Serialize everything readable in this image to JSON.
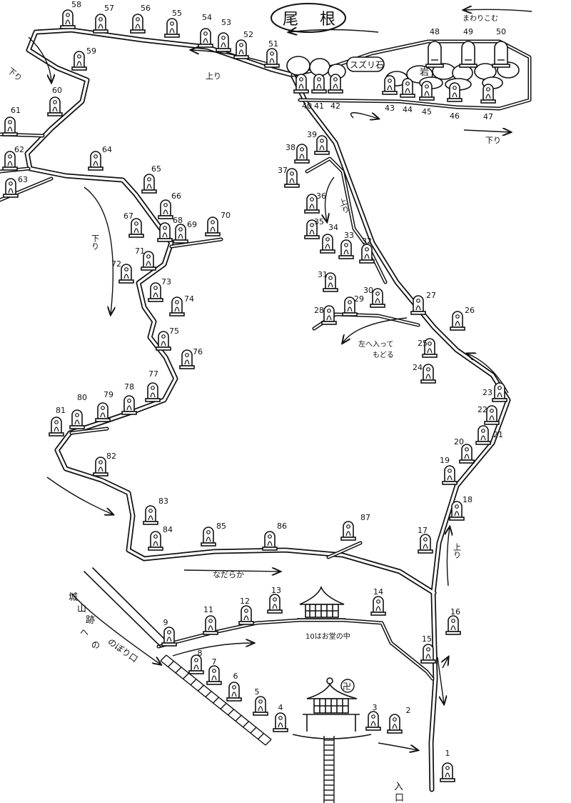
{
  "ridge": {
    "char1": "尾",
    "char2": "根"
  },
  "labels": {
    "go_around": "まわりこむ",
    "suzuri_stone": "スズリ石",
    "rock": "岩",
    "down_ridge": "下り",
    "down_left_top": "下り",
    "down_left_mid": "下り",
    "up_top": "上り",
    "up_mid": "上り",
    "up_right": "上り",
    "turn_left_1": "左へ入って",
    "turn_left_2": "もどる",
    "gentle": "なだらか",
    "in_hall": "10はお堂の中",
    "castle_1": "城",
    "castle_2": "山",
    "castle_3": "跡",
    "castle_4": "へ",
    "castle_5": "の",
    "castle_6": "のぼり口",
    "entrance_1": "入",
    "entrance_2": "口",
    "temple_mark": "卍"
  },
  "statues": [
    "1",
    "2",
    "3",
    "4",
    "5",
    "6",
    "7",
    "8",
    "9",
    "11",
    "12",
    "13",
    "14",
    "15",
    "16",
    "17",
    "18",
    "19",
    "20",
    "21",
    "22",
    "23",
    "24",
    "25",
    "26",
    "27",
    "28",
    "29",
    "30",
    "31",
    "32",
    "33",
    "34",
    "35",
    "36",
    "37",
    "38",
    "39",
    "40",
    "41",
    "42",
    "43",
    "44",
    "45",
    "46",
    "47",
    "51",
    "52",
    "53",
    "54",
    "55",
    "56",
    "57",
    "58",
    "59",
    "60",
    "61",
    "62",
    "63",
    "64",
    "65",
    "66",
    "67",
    "68",
    "69",
    "70",
    "71",
    "72",
    "73",
    "74",
    "75",
    "76",
    "77",
    "78",
    "79",
    "80",
    "81",
    "82",
    "83",
    "84",
    "85",
    "86",
    "87"
  ],
  "big_stones": [
    "48",
    "49",
    "50"
  ]
}
